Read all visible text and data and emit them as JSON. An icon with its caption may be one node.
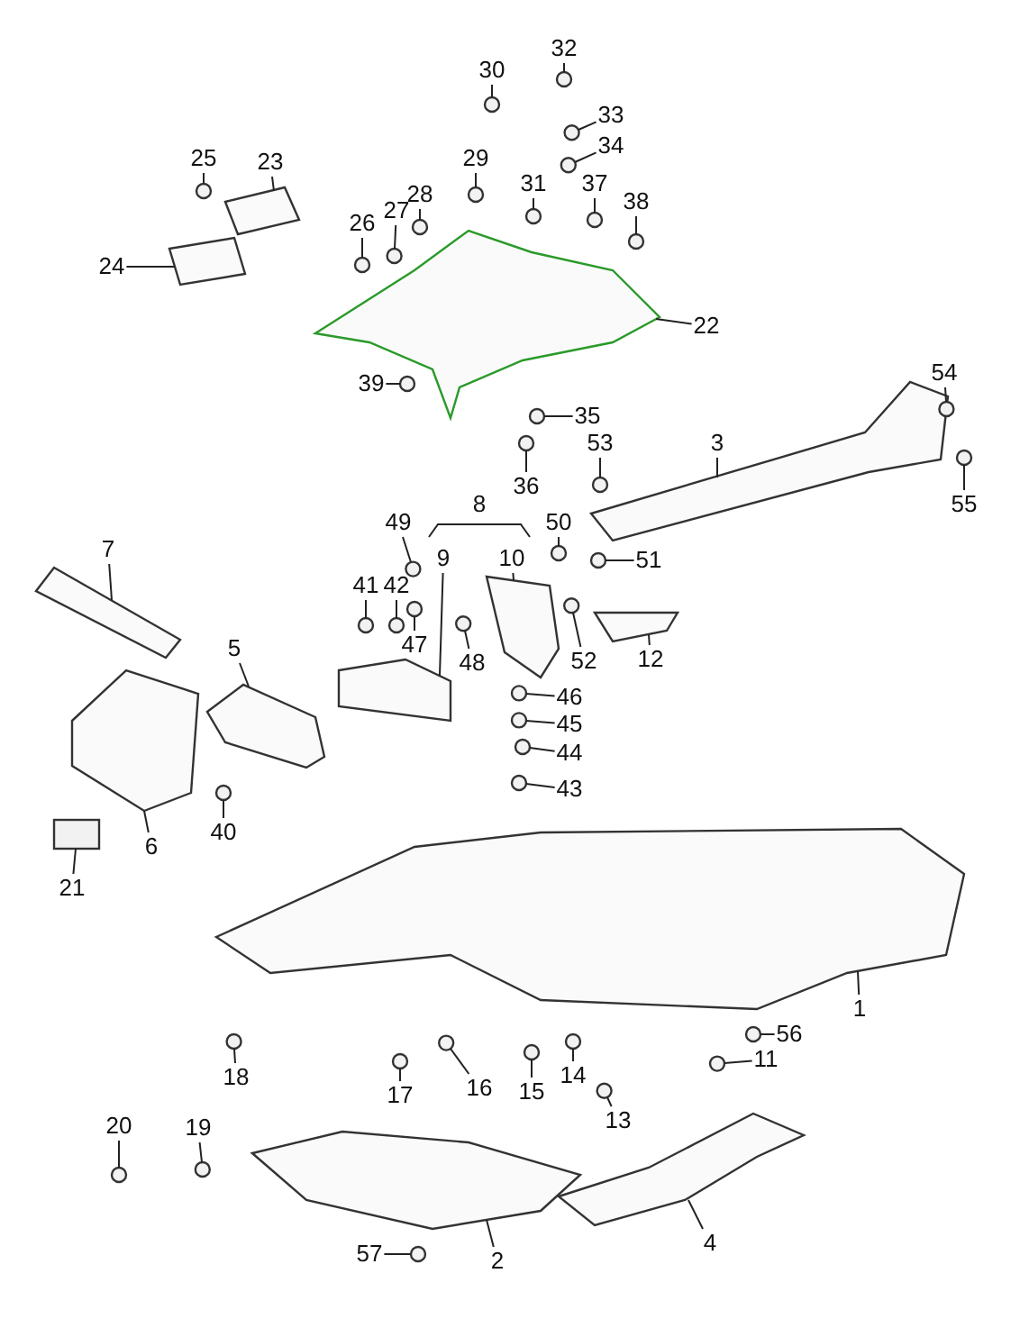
{
  "diagram": {
    "nodes": [
      {
        "text": [
          "1"
        ]
      },
      {
        "text": [
          "2"
        ]
      },
      {
        "text": [
          "3"
        ]
      },
      {
        "text": [
          "4"
        ]
      },
      {
        "text": [
          "5"
        ]
      },
      {
        "text": [
          "6"
        ]
      },
      {
        "text": [
          "7"
        ]
      },
      {
        "text": [
          "8"
        ]
      },
      {
        "text": [
          "9"
        ]
      },
      {
        "text": [
          "10"
        ]
      },
      {
        "text": [
          "11"
        ]
      },
      {
        "text": [
          "12"
        ]
      },
      {
        "text": [
          "13"
        ]
      },
      {
        "text": [
          "14"
        ]
      },
      {
        "text": [
          "15"
        ]
      },
      {
        "text": [
          "16"
        ]
      },
      {
        "text": [
          "17"
        ]
      },
      {
        "text": [
          "18"
        ]
      },
      {
        "text": [
          "19"
        ]
      },
      {
        "text": [
          "20"
        ]
      },
      {
        "text": [
          "21"
        ]
      },
      {
        "text": [
          "22"
        ]
      },
      {
        "text": [
          "23"
        ]
      },
      {
        "text": [
          "24"
        ]
      },
      {
        "text": [
          "25"
        ]
      },
      {
        "text": [
          "26"
        ]
      },
      {
        "text": [
          "27"
        ]
      },
      {
        "text": [
          "28"
        ]
      },
      {
        "text": [
          "29"
        ]
      },
      {
        "text": [
          "30"
        ]
      },
      {
        "text": [
          "31"
        ]
      },
      {
        "text": [
          "32"
        ]
      },
      {
        "text": [
          "33"
        ]
      },
      {
        "text": [
          "34"
        ]
      },
      {
        "text": [
          "35"
        ]
      },
      {
        "text": [
          "36"
        ]
      },
      {
        "text": [
          "37"
        ]
      },
      {
        "text": [
          "38"
        ]
      },
      {
        "text": [
          "39"
        ]
      },
      {
        "text": [
          "40"
        ]
      },
      {
        "text": [
          "41"
        ]
      },
      {
        "text": [
          "42"
        ]
      },
      {
        "text": [
          "43"
        ]
      },
      {
        "text": [
          "44"
        ]
      },
      {
        "text": [
          "45"
        ]
      },
      {
        "text": [
          "46"
        ]
      },
      {
        "text": [
          "47"
        ]
      },
      {
        "text": [
          "48"
        ]
      },
      {
        "text": [
          "49"
        ]
      },
      {
        "text": [
          "50"
        ]
      },
      {
        "text": [
          "51"
        ]
      },
      {
        "text": [
          "52"
        ]
      },
      {
        "text": [
          "53"
        ]
      },
      {
        "text": [
          "54"
        ]
      },
      {
        "text": [
          "55"
        ]
      },
      {
        "text": [
          "56"
        ]
      },
      {
        "text": [
          "57"
        ]
      },
      {
        "text": [],
        "shape": "picture"
      },
      {
        "text": [],
        "shape": "picture"
      },
      {
        "text": [],
        "shape": "picture"
      },
      {
        "text": [],
        "shape": "picture"
      },
      {
        "text": [],
        "shape": "picture"
      },
      {
        "text": [],
        "shape": "picture"
      },
      {
        "text": [],
        "shape": "picture"
      },
      {
        "text": [],
        "shape": "picture"
      },
      {
        "text": [],
        "shape": "picture"
      },
      {
        "text": [],
        "shape": "circle"
      },
      {
        "text": [],
        "shape": "picture"
      },
      {
        "text": [],
        "shape": "circle"
      },
      {
        "text": [],
        "shape": "circle"
      },
      {
        "text": [],
        "shape": "circle"
      },
      {
        "text": [],
        "shape": "circle"
      },
      {
        "text": [],
        "shape": "circle"
      },
      {
        "text": [],
        "shape": "circle"
      },
      {
        "text": [],
        "shape": "circle"
      },
      {
        "text": [],
        "shape": "circle"
      },
      {
        "text": [],
        "shape": "box"
      },
      {
        "text": [],
        "shape": "picture"
      },
      {
        "text": [],
        "shape": "picture"
      },
      {
        "text": [],
        "shape": "picture"
      },
      {
        "text": [],
        "shape": "circle"
      },
      {
        "text": [],
        "shape": "circle"
      },
      {
        "text": [],
        "shape": "circle"
      },
      {
        "text": [],
        "shape": "circle"
      },
      {
        "text": [],
        "shape": "circle"
      },
      {
        "text": [],
        "shape": "circle"
      },
      {
        "text": [],
        "shape": "circle"
      },
      {
        "text": [],
        "shape": "circle"
      },
      {
        "text": [],
        "shape": "circle"
      },
      {
        "text": [],
        "shape": "circle"
      },
      {
        "text": [],
        "shape": "circle"
      },
      {
        "text": [],
        "shape": "circle"
      },
      {
        "text": [],
        "shape": "circle"
      },
      {
        "text": [],
        "shape": "circle"
      },
      {
        "text": [],
        "shape": "circle"
      },
      {
        "text": [],
        "shape": "circle"
      },
      {
        "text": [],
        "shape": "circle"
      },
      {
        "text": [],
        "shape": "circle"
      },
      {
        "text": [],
        "shape": "circle"
      },
      {
        "text": [],
        "shape": "circle"
      },
      {
        "text": [],
        "shape": "circle"
      },
      {
        "text": [],
        "shape": "circle"
      },
      {
        "text": [],
        "shape": "circle"
      },
      {
        "text": [],
        "shape": "circle"
      },
      {
        "text": [],
        "shape": "circle"
      },
      {
        "text": [],
        "shape": "circle"
      },
      {
        "text": [],
        "shape": "circle"
      },
      {
        "text": [],
        "shape": "circle"
      },
      {
        "text": [],
        "shape": "circle"
      },
      {
        "text": [],
        "shape": "circle"
      },
      {
        "text": [],
        "shape": "circle"
      },
      {
        "text": [],
        "shape": "circle"
      },
      {
        "text": [],
        "shape": "circle"
      }
    ],
    "edges": [
      {
        "from": 0,
        "to": 57,
        "arrow": "none"
      },
      {
        "from": 1,
        "to": 58,
        "arrow": "none"
      },
      {
        "from": 2,
        "to": 59,
        "arrow": "none"
      },
      {
        "from": 3,
        "to": 60,
        "arrow": "none"
      },
      {
        "from": 4,
        "to": 61,
        "arrow": "none"
      },
      {
        "from": 5,
        "to": 62,
        "arrow": "none"
      },
      {
        "from": 6,
        "to": 63,
        "arrow": "none"
      },
      {
        "from": 8,
        "to": 64,
        "arrow": "none"
      },
      {
        "from": 9,
        "to": 65,
        "arrow": "none"
      },
      {
        "from": 10,
        "to": 66,
        "arrow": "none"
      },
      {
        "from": 11,
        "to": 67,
        "arrow": "none"
      },
      {
        "from": 12,
        "to": 68,
        "arrow": "none"
      },
      {
        "from": 13,
        "to": 69,
        "arrow": "none"
      },
      {
        "from": 14,
        "to": 70,
        "arrow": "none"
      },
      {
        "from": 15,
        "to": 71,
        "arrow": "none"
      },
      {
        "from": 16,
        "to": 72,
        "arrow": "none"
      },
      {
        "from": 17,
        "to": 73,
        "arrow": "none"
      },
      {
        "from": 18,
        "to": 74,
        "arrow": "none"
      },
      {
        "from": 19,
        "to": 75,
        "arrow": "none"
      },
      {
        "from": 20,
        "to": 76,
        "arrow": "none"
      },
      {
        "from": 21,
        "to": 77,
        "arrow": "none"
      },
      {
        "from": 22,
        "to": 78,
        "arrow": "none"
      },
      {
        "from": 23,
        "to": 79,
        "arrow": "none"
      },
      {
        "from": 24,
        "to": 80,
        "arrow": "none"
      },
      {
        "from": 25,
        "to": 81,
        "arrow": "none"
      },
      {
        "from": 26,
        "to": 82,
        "arrow": "none"
      },
      {
        "from": 27,
        "to": 83,
        "arrow": "none"
      },
      {
        "from": 28,
        "to": 84,
        "arrow": "none"
      },
      {
        "from": 29,
        "to": 85,
        "arrow": "none"
      },
      {
        "from": 30,
        "to": 86,
        "arrow": "none"
      },
      {
        "from": 31,
        "to": 87,
        "arrow": "none"
      },
      {
        "from": 32,
        "to": 88,
        "arrow": "none"
      },
      {
        "from": 33,
        "to": 89,
        "arrow": "none"
      },
      {
        "from": 34,
        "to": 90,
        "arrow": "none"
      },
      {
        "from": 35,
        "to": 91,
        "arrow": "none"
      },
      {
        "from": 36,
        "to": 92,
        "arrow": "none"
      },
      {
        "from": 37,
        "to": 93,
        "arrow": "none"
      },
      {
        "from": 38,
        "to": 94,
        "arrow": "none"
      },
      {
        "from": 39,
        "to": 95,
        "arrow": "none"
      },
      {
        "from": 40,
        "to": 96,
        "arrow": "none"
      },
      {
        "from": 41,
        "to": 97,
        "arrow": "none"
      },
      {
        "from": 42,
        "to": 98,
        "arrow": "none"
      },
      {
        "from": 43,
        "to": 99,
        "arrow": "none"
      },
      {
        "from": 44,
        "to": 100,
        "arrow": "none"
      },
      {
        "from": 45,
        "to": 101,
        "arrow": "none"
      },
      {
        "from": 46,
        "to": 102,
        "arrow": "none"
      },
      {
        "from": 47,
        "to": 103,
        "arrow": "none"
      },
      {
        "from": 48,
        "to": 104,
        "arrow": "none"
      },
      {
        "from": 49,
        "to": 105,
        "arrow": "none"
      },
      {
        "from": 50,
        "to": 106,
        "arrow": "none"
      },
      {
        "from": 51,
        "to": 107,
        "arrow": "none"
      },
      {
        "from": 52,
        "to": 108,
        "arrow": "none"
      },
      {
        "from": 53,
        "to": 109,
        "arrow": "none"
      },
      {
        "from": 54,
        "to": 110,
        "arrow": "none"
      },
      {
        "from": 55,
        "to": 111,
        "arrow": "none"
      },
      {
        "from": 56,
        "to": 112,
        "arrow": "none"
      }
    ]
  }
}
